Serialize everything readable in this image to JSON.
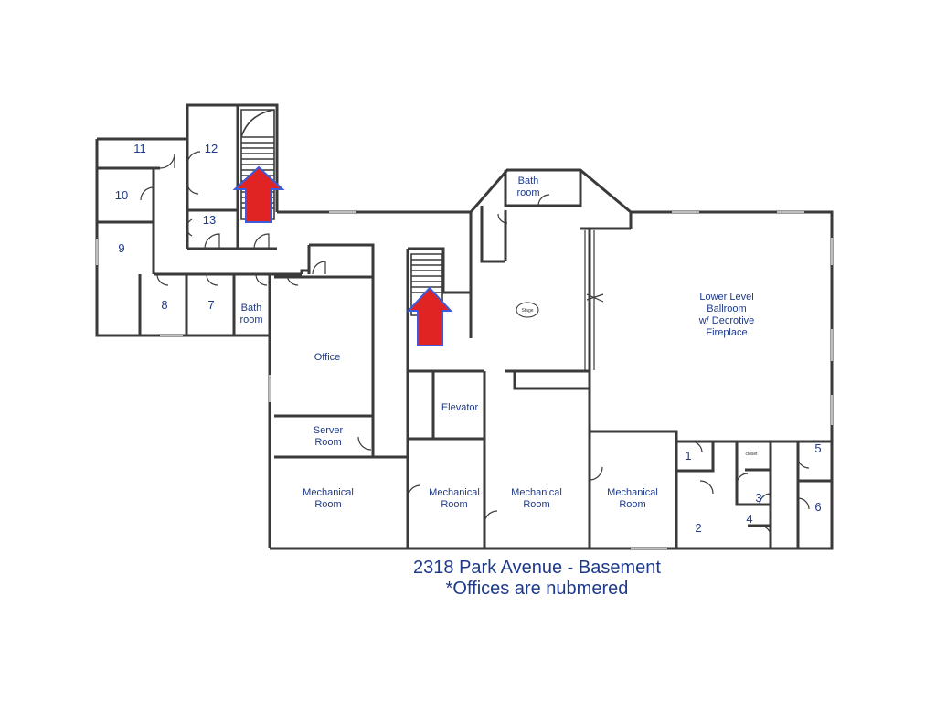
{
  "title": "2318 Park Avenue - Basement",
  "subtitle": "*Offices are nubmered",
  "rooms": {
    "r11": "11",
    "r12": "12",
    "r10": "10",
    "r13": "13",
    "r9": "9",
    "r8": "8",
    "r7": "7",
    "bath_left_1": "Bath",
    "bath_left_2": "room",
    "bath_top_1": "Bath",
    "bath_top_2": "room",
    "office": "Office",
    "server_1": "Server",
    "server_2": "Room",
    "elevator": "Elevator",
    "mech_1a": "Mechanical",
    "mech_1b": "Room",
    "mech_2a": "Mechanical",
    "mech_2b": "Room",
    "mech_3a": "Mechanical",
    "mech_3b": "Room",
    "mech_4a": "Mechanical",
    "mech_4b": "Room",
    "ballroom_1": "Lower Level",
    "ballroom_2": "Ballroom",
    "ballroom_3": "w/ Decrotive",
    "ballroom_4": "Fireplace",
    "r1": "1",
    "r2": "2",
    "r3": "3",
    "r4": "4",
    "r5": "5",
    "r6": "6",
    "stage": "Stage",
    "closet": "closet"
  },
  "colors": {
    "arrow": "#e02424",
    "arrow_outline": "#3b5bdb",
    "text": "#1e3a8a"
  }
}
